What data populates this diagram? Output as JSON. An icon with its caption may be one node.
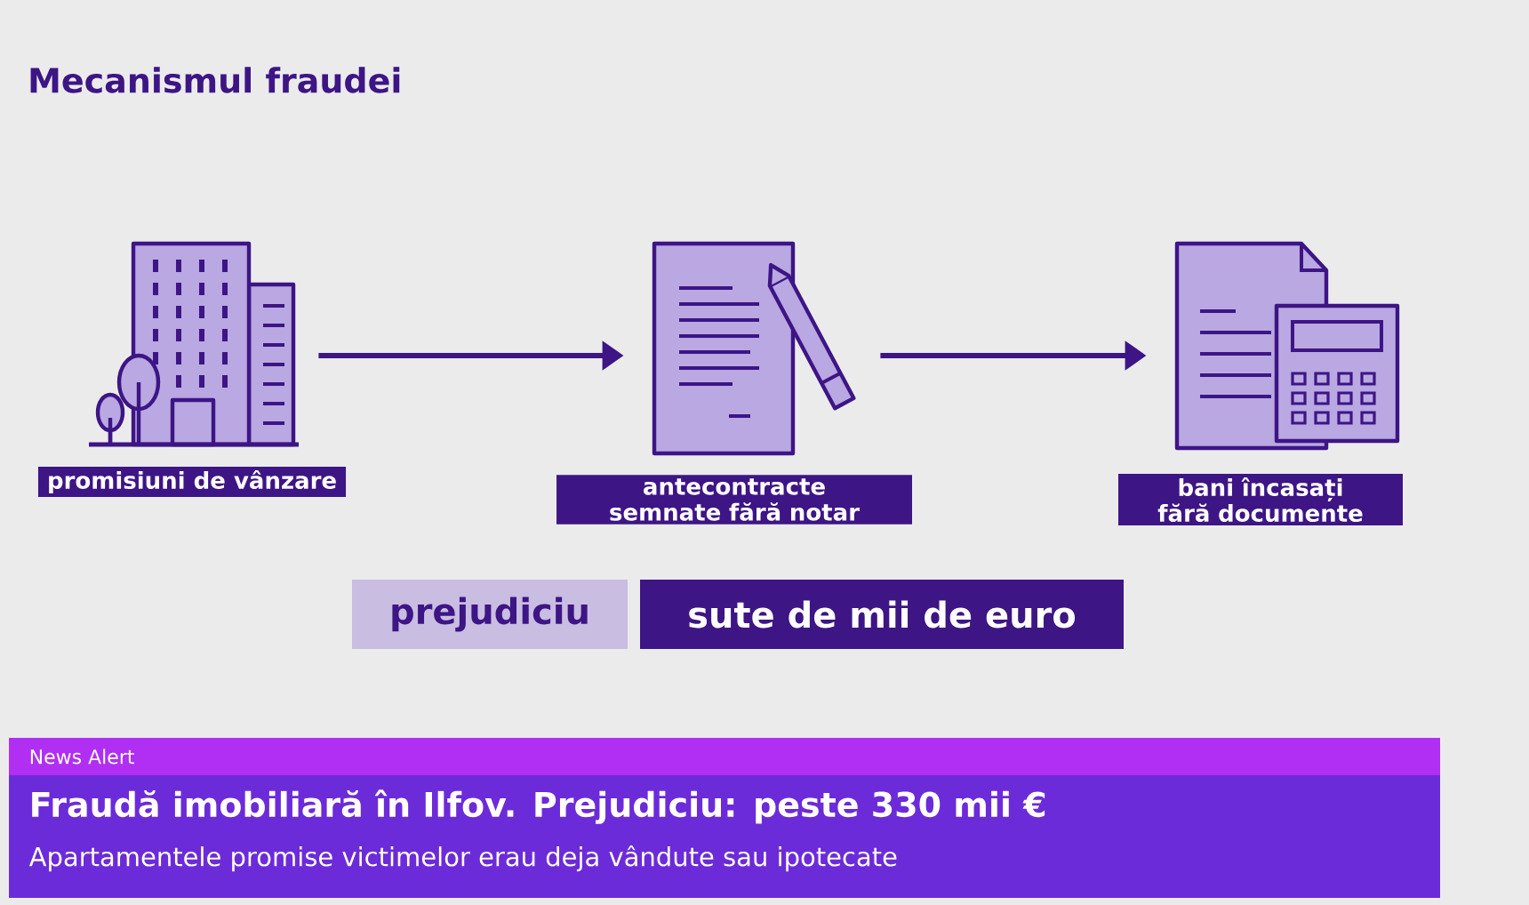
{
  "diagram": {
    "title": "Mecanismul fraudei",
    "nodes": [
      {
        "text": [],
        "shape": "picture"
      },
      {
        "text": [
          "promisiuni de vânzare"
        ]
      },
      {
        "text": [],
        "shape": "picture"
      },
      {
        "text": [
          "antecontracte semnate fără notar"
        ]
      },
      {
        "text": [],
        "shape": "picture"
      },
      {
        "text": [
          "bani încasați fără documente"
        ]
      },
      {
        "text": [
          "prejudiciu"
        ]
      },
      {
        "text": [
          "sute de mii de euro"
        ]
      },
      {
        "text": [
          "News Alert"
        ]
      },
      {
        "text": [
          "Fraudă imobiliară în Ilfov. Prejudiciu: peste 330 mii €",
          "Apartamentele promise victimelor erau deja vândute sau ipotecate"
        ]
      }
    ],
    "edges": [
      {
        "from": 0,
        "to": 2,
        "arrow": "to"
      },
      {
        "from": 2,
        "to": 4,
        "arrow": "to"
      }
    ]
  }
}
